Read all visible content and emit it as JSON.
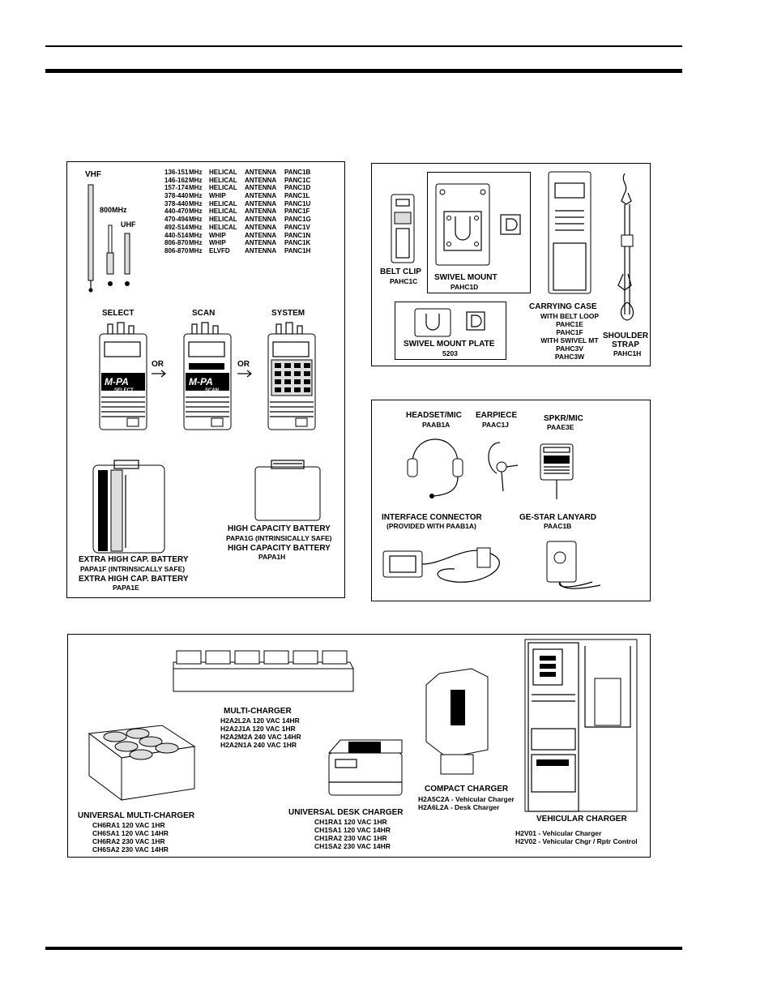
{
  "antennas": {
    "labels": {
      "vhf": "VHF",
      "mhz800": "800MHz",
      "uhf": "UHF"
    },
    "rows": [
      [
        "136-151",
        "MHz",
        "HELICAL",
        "ANTENNA",
        "PANC1B"
      ],
      [
        "146-162",
        "MHz",
        "HELICAL",
        "ANTENNA",
        "PANC1C"
      ],
      [
        "157-174",
        "MHz",
        "HELICAL",
        "ANTENNA",
        "PANC1D"
      ],
      [
        "378-440",
        "MHz",
        "WHIP",
        "ANTENNA",
        "PANC1L"
      ],
      [
        "378-440",
        "MHz",
        "HELICAL",
        "ANTENNA",
        "PANC1U"
      ],
      [
        "440-470",
        "MHz",
        "HELICAL",
        "ANTENNA",
        "PANC1F"
      ],
      [
        "470-494",
        "MHz",
        "HELICAL",
        "ANTENNA",
        "PANC1G"
      ],
      [
        "492-514",
        "MHz",
        "HELICAL",
        "ANTENNA",
        "PANC1V"
      ],
      [
        "440-514",
        "MHz",
        "WHIP",
        "ANTENNA",
        "PANC1N"
      ],
      [
        "806-870",
        "MHz",
        "WHIP",
        "ANTENNA",
        "PANC1K"
      ],
      [
        "806-870",
        "MHz",
        "ELVFD",
        "ANTENNA",
        "PANC1H"
      ]
    ]
  },
  "radios": {
    "select": "SELECT",
    "scan": "SCAN",
    "system": "SYSTEM",
    "or": "OR",
    "brand": "M-PA",
    "scan_badge": "SCAN",
    "select_badge": "SELECT"
  },
  "batteries": {
    "xhc_title": "EXTRA HIGH CAP. BATTERY",
    "xhc_part_is": "PAPA1F (INTRINSICALLY SAFE)",
    "xhc_title2": "EXTRA HIGH CAP. BATTERY",
    "xhc_part": "PAPA1E",
    "hc_title": "HIGH CAPACITY BATTERY",
    "hc_part_is": "PAPA1G (INTRINSICALLY SAFE)",
    "hc_title2": "HIGH CAPACITY BATTERY",
    "hc_part": "PAPA1H"
  },
  "mounts": {
    "belt_clip": "BELT CLIP",
    "belt_clip_part": "PAHC1C",
    "swivel_mount": "SWIVEL MOUNT",
    "swivel_mount_part": "PAHC1D",
    "swivel_plate": "SWIVEL MOUNT PLATE",
    "swivel_plate_part": "5203",
    "case_title": "CARRYING CASE",
    "case_lines": [
      "WITH BELT LOOP",
      "PAHC1E",
      "PAHC1F",
      "WITH SWIVEL MT",
      "PAHC3V",
      "PAHC3W"
    ],
    "strap_title1": "SHOULDER",
    "strap_title2": "STRAP",
    "strap_part": "PAHC1H"
  },
  "audio": {
    "headset": "HEADSET/MIC",
    "headset_part": "PAAB1A",
    "earpiece": "EARPIECE",
    "earpiece_part": "PAAC1J",
    "spkr": "SPKR/MIC",
    "spkr_part": "PAAE3E",
    "interface": "INTERFACE CONNECTOR",
    "interface_note": "(PROVIDED WITH PAAB1A)",
    "lanyard": "GE-STAR LANYARD",
    "lanyard_part": "PAAC1B"
  },
  "chargers": {
    "multi_title": "MULTI-CHARGER",
    "multi_lines": [
      "H2A2L2A 120 VAC 14HR",
      "H2A2J1A 120 VAC 1HR",
      "H2A2M2A 240 VAC 14HR",
      "H2A2N1A 240 VAC 1HR"
    ],
    "universal_multi_title": "UNIVERSAL MULTI-CHARGER",
    "universal_multi_lines": [
      "CH6RA1 120 VAC 1HR",
      "CH6SA1 120 VAC 14HR",
      "CH6RA2 230 VAC 1HR",
      "CH6SA2 230 VAC 14HR"
    ],
    "desk_title": "UNIVERSAL DESK CHARGER",
    "desk_lines": [
      "CH1RA1 120 VAC 1HR",
      "CH1SA1 120 VAC 14HR",
      "CH1RA2 230 VAC 1HR",
      "CH1SA2 230 VAC 14HR"
    ],
    "compact_title": "COMPACT CHARGER",
    "compact_lines": [
      "H2A5C2A - Vehicular Charger",
      "H2A6L2A - Desk Charger"
    ],
    "vehicular_title": "VEHICULAR CHARGER",
    "vehicular_lines": [
      "H2V01 - Vehicular Charger",
      "H2V02 - Vehicular Chgr / Rptr Control"
    ]
  }
}
